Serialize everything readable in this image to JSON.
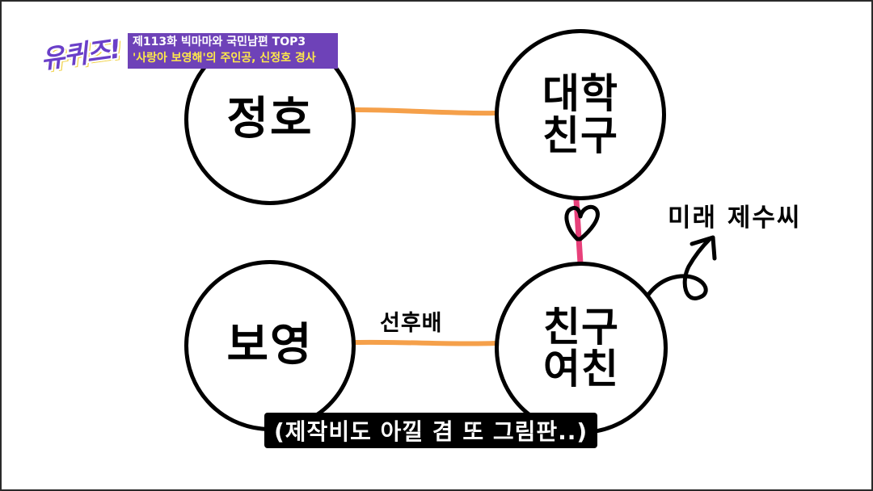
{
  "logo": {
    "text": "유퀴즈!"
  },
  "episode_info": {
    "line1": "제113화 빅마마와 국민남편 TOP3",
    "line2": "'사랑아 보영해'의 주인공, 신정호 경사"
  },
  "diagram": {
    "nodes": [
      {
        "id": "jeongho",
        "label": "정호"
      },
      {
        "id": "college_friend",
        "label": "대학\n친구"
      },
      {
        "id": "boyoung",
        "label": "보영"
      },
      {
        "id": "friends_girlfriend",
        "label": "친구\n여친"
      }
    ],
    "edges": [
      {
        "from": "jeongho",
        "to": "college_friend",
        "label": "",
        "color": "#f5a04a"
      },
      {
        "from": "college_friend",
        "to": "friends_girlfriend",
        "label": "",
        "color": "#e8407a",
        "symbol": "heart-icon"
      },
      {
        "from": "boyoung",
        "to": "friends_girlfriend",
        "label": "선후배",
        "color": "#f5a04a"
      }
    ],
    "annotation": {
      "text": "미래 제수씨",
      "points_to": "friends_girlfriend"
    }
  },
  "caption": {
    "text": "(제작비도 아낄 겸 또 그림판..)"
  },
  "colors": {
    "line_orange": "#f5a04a",
    "line_pink": "#e8407a",
    "info_bar": "#6e42b8",
    "info_highlight": "#ffe94a"
  }
}
